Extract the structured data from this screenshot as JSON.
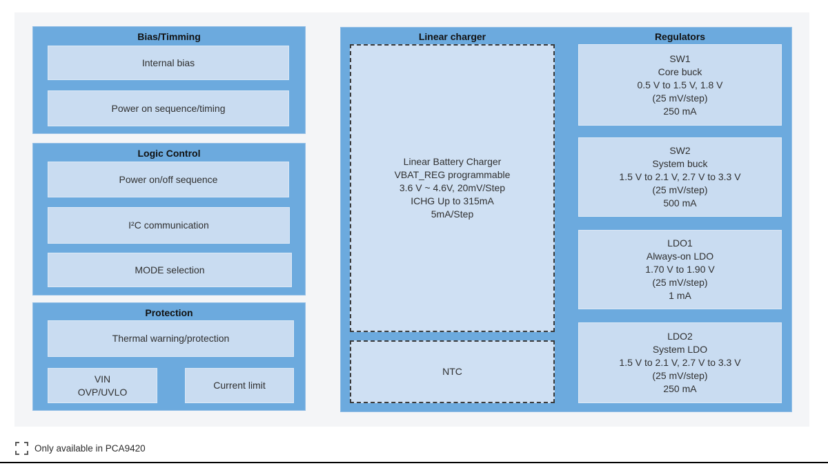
{
  "colors": {
    "container_blue": "#6caade",
    "box_light_blue": "#c9dcf1",
    "panel_gray": "#f4f5f7",
    "dashed_border": "#3a3a3a"
  },
  "left_column": {
    "blocks": [
      {
        "title": "Bias/Timming",
        "items": [
          {
            "lines": [
              "Internal bias"
            ]
          },
          {
            "lines": [
              "Power on sequence/timing"
            ]
          }
        ]
      },
      {
        "title": "Logic Control",
        "items": [
          {
            "lines": [
              "Power on/off sequence"
            ]
          },
          {
            "lines": [
              "I²C communication"
            ]
          },
          {
            "lines": [
              "MODE selection"
            ]
          }
        ]
      },
      {
        "title": "Protection",
        "items": [
          {
            "lines": [
              "Thermal warning/protection"
            ]
          },
          {
            "lines": [
              "VIN",
              "OVP/UVLO"
            ]
          },
          {
            "lines": [
              "Current limit"
            ]
          }
        ]
      }
    ]
  },
  "charger": {
    "title": "Linear charger",
    "main_box": {
      "lines": [
        "Linear Battery Charger",
        "VBAT_REG programmable",
        "3.6 V ~ 4.6V, 20mV/Step",
        "ICHG Up to 315mA",
        "5mA/Step"
      ]
    },
    "ntc_box": {
      "lines": [
        "NTC"
      ]
    }
  },
  "regulators": {
    "title": "Regulators",
    "boxes": [
      {
        "lines": [
          "SW1",
          "Core buck",
          "0.5 V to 1.5 V, 1.8 V",
          "(25 mV/step)",
          "250 mA"
        ]
      },
      {
        "lines": [
          "SW2",
          "System buck",
          "1.5 V to 2.1 V, 2.7 V to 3.3 V",
          "(25 mV/step)",
          "500 mA"
        ]
      },
      {
        "lines": [
          "LDO1",
          "Always-on LDO",
          "1.70 V to 1.90 V",
          "(25 mV/step)",
          "1 mA"
        ]
      },
      {
        "lines": [
          "LDO2",
          "System LDO",
          "1.5 V to 2.1 V, 2.7 V to 3.3 V",
          "(25 mV/step)",
          "250 mA"
        ]
      }
    ]
  },
  "legend": {
    "label": "Only available in PCA9420"
  }
}
